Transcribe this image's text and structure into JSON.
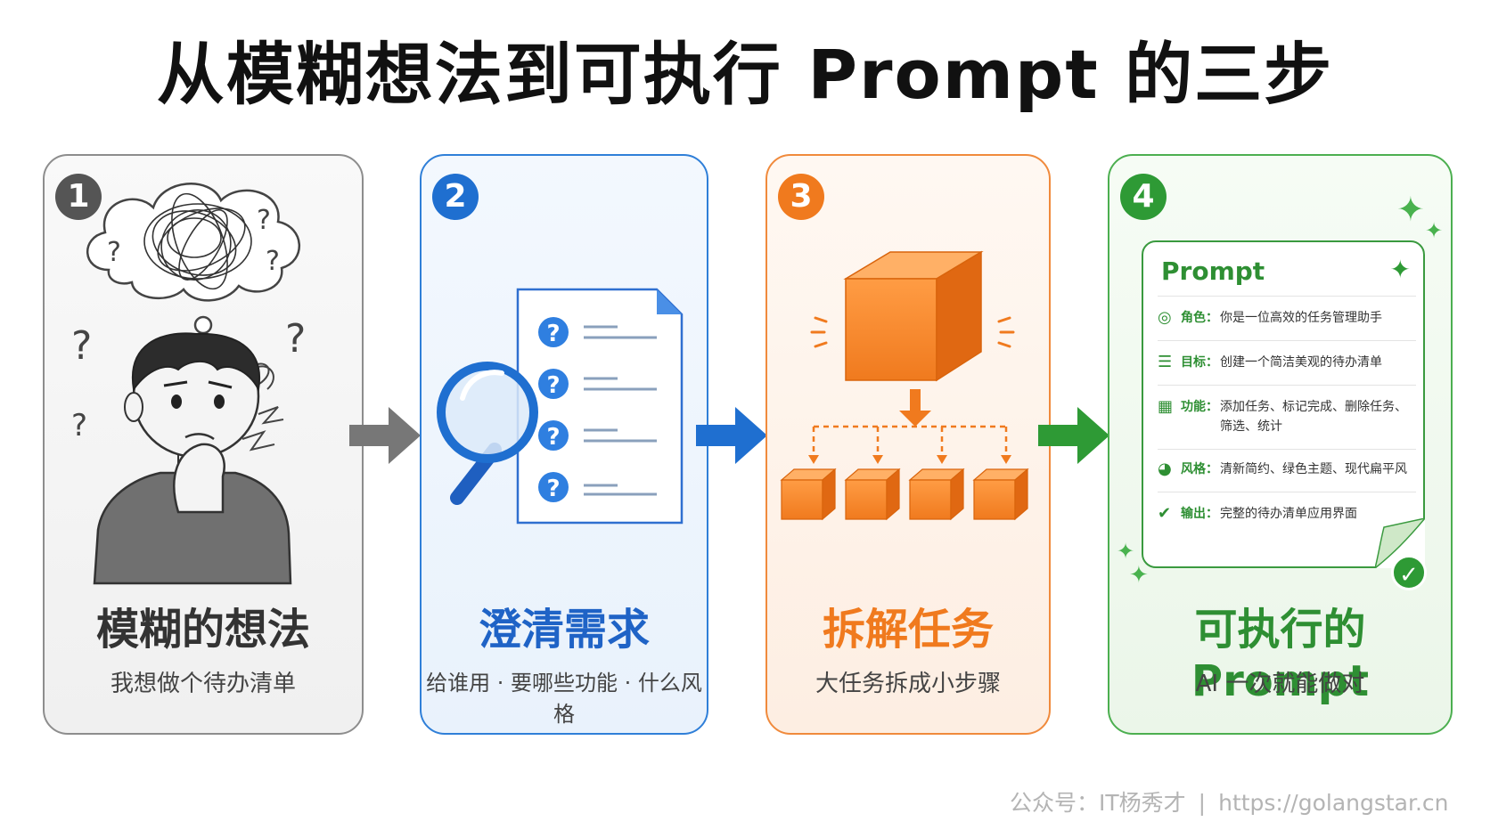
{
  "title": "从模糊想法到可执行 Prompt 的三步",
  "steps": [
    {
      "num": "1",
      "title": "模糊的想法",
      "subtitle": "我想做个待办清单"
    },
    {
      "num": "2",
      "title": "澄清需求",
      "subtitle": "给谁用 · 要哪些功能 · 什么风格"
    },
    {
      "num": "3",
      "title": "拆解任务",
      "subtitle": "大任务拆成小步骤"
    },
    {
      "num": "4",
      "title": "可执行的 Prompt",
      "subtitle": "AI 一次就能做对"
    }
  ],
  "prompt_card": {
    "title": "Prompt",
    "rows": [
      {
        "icon": "target-icon",
        "label": "角色：",
        "value": "你是一位高效的任务管理助手"
      },
      {
        "icon": "list-icon",
        "label": "目标：",
        "value": "创建一个简洁美观的待办清单"
      },
      {
        "icon": "grid-icon",
        "label": "功能：",
        "value": "添加任务、标记完成、删除任务、筛选、统计"
      },
      {
        "icon": "palette-icon",
        "label": "风格：",
        "value": "清新简约、绿色主题、现代扁平风"
      },
      {
        "icon": "check-circle-icon",
        "label": "输出：",
        "value": "完整的待办清单应用界面"
      }
    ]
  },
  "footer": {
    "account": "公众号：IT杨秀才",
    "separator": "|",
    "url": "https://golangstar.cn"
  },
  "colors": {
    "gray": "#555555",
    "blue": "#1f6fd0",
    "orange": "#f07a1e",
    "green": "#2e9a35"
  }
}
